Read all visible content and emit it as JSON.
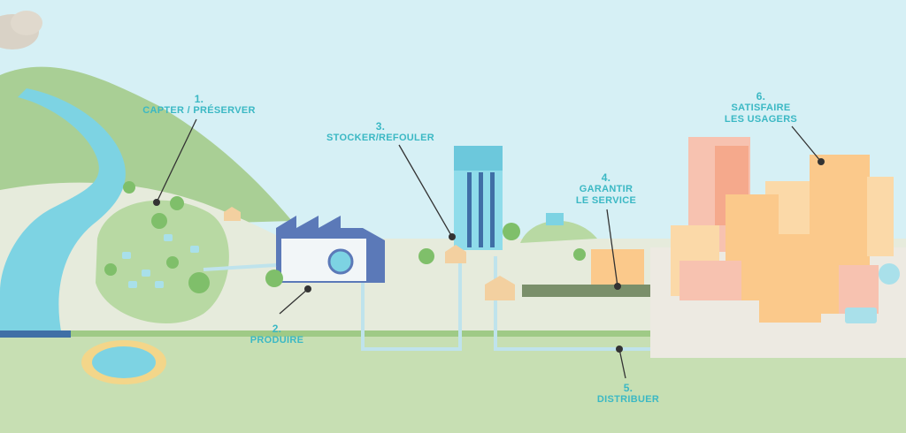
{
  "steps": [
    {
      "id": "capter",
      "number": "1.",
      "label": "CAPTER / PRÉSERVER"
    },
    {
      "id": "produire",
      "number": "2.",
      "label": "PRODUIRE"
    },
    {
      "id": "stocker",
      "number": "3.",
      "label": "STOCKER/REFOULER"
    },
    {
      "id": "garantir",
      "number": "4.",
      "label": "GARANTIR\nLE SERVICE"
    },
    {
      "id": "distribuer",
      "number": "5.",
      "label": "DISTRIBUER"
    },
    {
      "id": "satisfaire",
      "number": "6.",
      "label": "SATISFAIRE\nLES USAGERS"
    }
  ],
  "colors": {
    "sky": "#d6f0f5",
    "hill": "#a9cf95",
    "ground": "#e6ebdc",
    "river": "#7dd3e3",
    "label": "#3bb8c4",
    "pipe": "#bfe3ec",
    "tower": "#8fdcea",
    "building_orange": "#fbc98b",
    "building_pink": "#f7c2b0"
  }
}
